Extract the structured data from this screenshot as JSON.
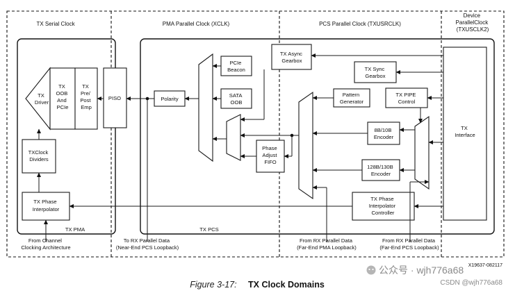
{
  "domains": {
    "tx_serial_clock": "TX Serial Clock",
    "pma_parallel_clock": "PMA Parallel Clock (XCLK)",
    "pcs_parallel_clock": "PCS Parallel Clock (TXUSRCLK)",
    "device_parallel_clock": [
      "Device",
      "ParallelClock",
      "(TXUSCLK2)"
    ]
  },
  "regions": {
    "tx_pma": "TX PMA",
    "tx_pcs": "TX PCS"
  },
  "blocks": {
    "tx_driver": [
      "TX",
      "Driver"
    ],
    "tx_oob_pcie": [
      "TX",
      "OOB",
      "And",
      "PCIe"
    ],
    "tx_pre_post_emp": [
      "TX",
      "Pre/",
      "Post",
      "Emp"
    ],
    "piso": "PISO",
    "txclock_dividers": [
      "TXClock",
      "Dividers"
    ],
    "tx_phase_interpolator": [
      "TX Phase",
      "Interpolator"
    ],
    "polarity": "Polarity",
    "pcie_beacon": [
      "PCIe",
      "Beacon"
    ],
    "sata_oob": [
      "SATA",
      "OOB"
    ],
    "tx_async_gearbox": [
      "TX Async",
      "Gearbox"
    ],
    "phase_adjust_fifo": [
      "Phase",
      "Adjust",
      "FIFO"
    ],
    "pattern_generator": [
      "Pattern",
      "Generator"
    ],
    "tx_sync_gearbox": [
      "TX Sync",
      "Gearbox"
    ],
    "tx_pipe_control": [
      "TX PIPE",
      "Control"
    ],
    "enc_8b10b": [
      "8B/10B",
      "Encoder"
    ],
    "enc_128b130b": [
      "128B/130B",
      "Encoder"
    ],
    "tx_phase_interpolator_controller": [
      "TX Phase",
      "Interpolator",
      "Controller"
    ],
    "tx_interface": [
      "TX",
      "Interface"
    ]
  },
  "bottom_labels": {
    "from_channel_clocking": [
      "From Channel",
      "Clocking Architecture"
    ],
    "to_rx_parallel_data": [
      "To RX Parallel Data",
      "(Near-End PCS Loopback)"
    ],
    "from_rx_far_end_pma": [
      "From RX Parallel Data",
      "(Far-End PMA Loopback)"
    ],
    "from_rx_far_end_pcs": [
      "From RX Parallel Data",
      "(Far-End PCS Loopback)"
    ]
  },
  "figure_id": "X19637-082117",
  "caption": {
    "figure_number": "Figure 3-17:",
    "title": "TX Clock Domains"
  },
  "watermark": {
    "line1": "公众号 · wjh776a68",
    "line2": "CSDN @wjh776a68"
  }
}
